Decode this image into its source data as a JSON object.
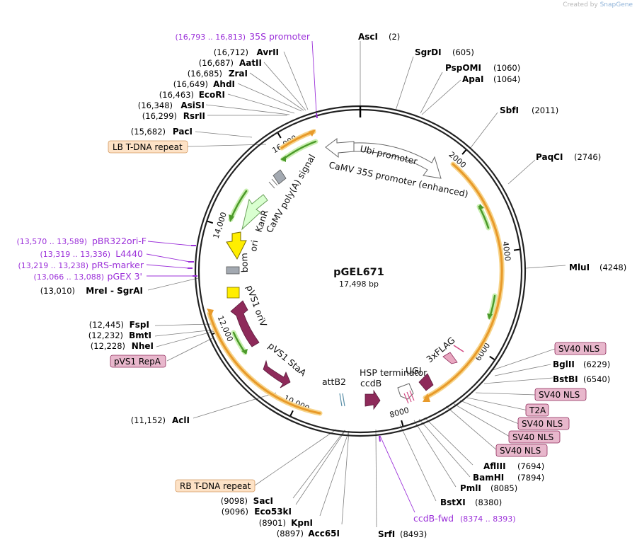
{
  "credit": {
    "prefix": "Created by",
    "brand": "SnapGene"
  },
  "plasmid": {
    "name": "pGEL671",
    "length": "17,498 bp",
    "total_bp": 17498
  },
  "colors": {
    "feature_orange": "#f2a63a",
    "primer": "#9b30d9",
    "cds_maroon": "#8e2a5a",
    "terminator_pink": "#e8a7c0"
  },
  "ticks": [
    {
      "label": "2000",
      "bp": 2000
    },
    {
      "label": "4000",
      "bp": 4000
    },
    {
      "label": "6000",
      "bp": 6000
    },
    {
      "label": "8000",
      "bp": 8000
    },
    {
      "label": "10,000",
      "bp": 10000
    },
    {
      "label": "12,000",
      "bp": 12000
    },
    {
      "label": "14,000",
      "bp": 14000
    },
    {
      "label": "16,000",
      "bp": 16000
    }
  ],
  "enzymes": [
    {
      "name": "AscI",
      "pos": "(2)",
      "bp": 2
    },
    {
      "name": "SgrDI",
      "pos": "(605)",
      "bp": 605
    },
    {
      "name": "PspOMI",
      "pos": "(1060)",
      "bp": 1060
    },
    {
      "name": "ApaI",
      "pos": "(1064)",
      "bp": 1064
    },
    {
      "name": "SbfI",
      "pos": "(2011)",
      "bp": 2011
    },
    {
      "name": "PaqCI",
      "pos": "(2746)",
      "bp": 2746
    },
    {
      "name": "MluI",
      "pos": "(4248)",
      "bp": 4248
    },
    {
      "name": "BglII",
      "pos": "(6229)",
      "bp": 6229
    },
    {
      "name": "BstBI",
      "pos": "(6540)",
      "bp": 6540
    },
    {
      "name": "AflIII",
      "pos": "(7694)",
      "bp": 7694
    },
    {
      "name": "BamHI",
      "pos": "(7894)",
      "bp": 7894
    },
    {
      "name": "PmlI",
      "pos": "(8085)",
      "bp": 8085
    },
    {
      "name": "BstXI",
      "pos": "(8380)",
      "bp": 8380
    },
    {
      "name": "SrfI",
      "pos": "(8493)",
      "bp": 8493
    },
    {
      "name": "Acc65I",
      "pos": "(8897)",
      "bp": 8897
    },
    {
      "name": "KpnI",
      "pos": "(8901)",
      "bp": 8901
    },
    {
      "name": "Eco53kI",
      "pos": "(9096)",
      "bp": 9096
    },
    {
      "name": "SacI",
      "pos": "(9098)",
      "bp": 9098
    },
    {
      "name": "AclI",
      "pos": "(11,152)",
      "bp": 11152
    },
    {
      "name": "NheI",
      "pos": "(12,228)",
      "bp": 12228
    },
    {
      "name": "BmtI",
      "pos": "(12,232)",
      "bp": 12232
    },
    {
      "name": "FspI",
      "pos": "(12,445)",
      "bp": 12445
    },
    {
      "name": "MreI  -  SgrAI",
      "pos": "(13,010)",
      "bp": 13010
    },
    {
      "name": "PacI",
      "pos": "(15,682)",
      "bp": 15682
    },
    {
      "name": "RsrII",
      "pos": "(16,299)",
      "bp": 16299
    },
    {
      "name": "AsiSI",
      "pos": "(16,348)",
      "bp": 16348
    },
    {
      "name": "EcoRI",
      "pos": "(16,463)",
      "bp": 16463
    },
    {
      "name": "AhdI",
      "pos": "(16,649)",
      "bp": 16649
    },
    {
      "name": "ZraI",
      "pos": "(16,685)",
      "bp": 16685
    },
    {
      "name": "AatII",
      "pos": "(16,687)",
      "bp": 16687
    },
    {
      "name": "AvrII",
      "pos": "(16,712)",
      "bp": 16712
    }
  ],
  "primers": [
    {
      "name": "35S promoter",
      "pos": "(16,793 .. 16,813)"
    },
    {
      "name": "ccdB-fwd",
      "pos": "(8374 .. 8393)"
    },
    {
      "name": "pBR322ori-F",
      "pos": "(13,570 .. 13,589)"
    },
    {
      "name": "L4440",
      "pos": "(13,319 .. 13,336)"
    },
    {
      "name": "pRS-marker",
      "pos": "(13,219 .. 13,238)"
    },
    {
      "name": "pGEX 3'",
      "pos": "(13,066 .. 13,088)"
    }
  ],
  "boxed_features": [
    {
      "name": "LB T-DNA repeat",
      "kind": "repeat"
    },
    {
      "name": "RB T-DNA repeat",
      "kind": "repeat"
    },
    {
      "name": "pVS1 RepA",
      "kind": "cds"
    },
    {
      "name": "SV40 NLS",
      "kind": "cds"
    },
    {
      "name": "SV40 NLS",
      "kind": "cds"
    },
    {
      "name": "T2A",
      "kind": "cds"
    },
    {
      "name": "SV40 NLS",
      "kind": "cds"
    },
    {
      "name": "SV40 NLS",
      "kind": "cds"
    },
    {
      "name": "SV40 NLS",
      "kind": "cds"
    }
  ],
  "inner_labels": [
    "Ubi promoter",
    "CaMV 35S promoter (enhanced)",
    "CaMV poly(A) signal",
    "KanR",
    "ori",
    "bom",
    "pVS1 oriV",
    "pVS1 StaA",
    "attB2",
    "ccdB",
    "HSP terminator",
    "UGI",
    "3xFLAG"
  ]
}
